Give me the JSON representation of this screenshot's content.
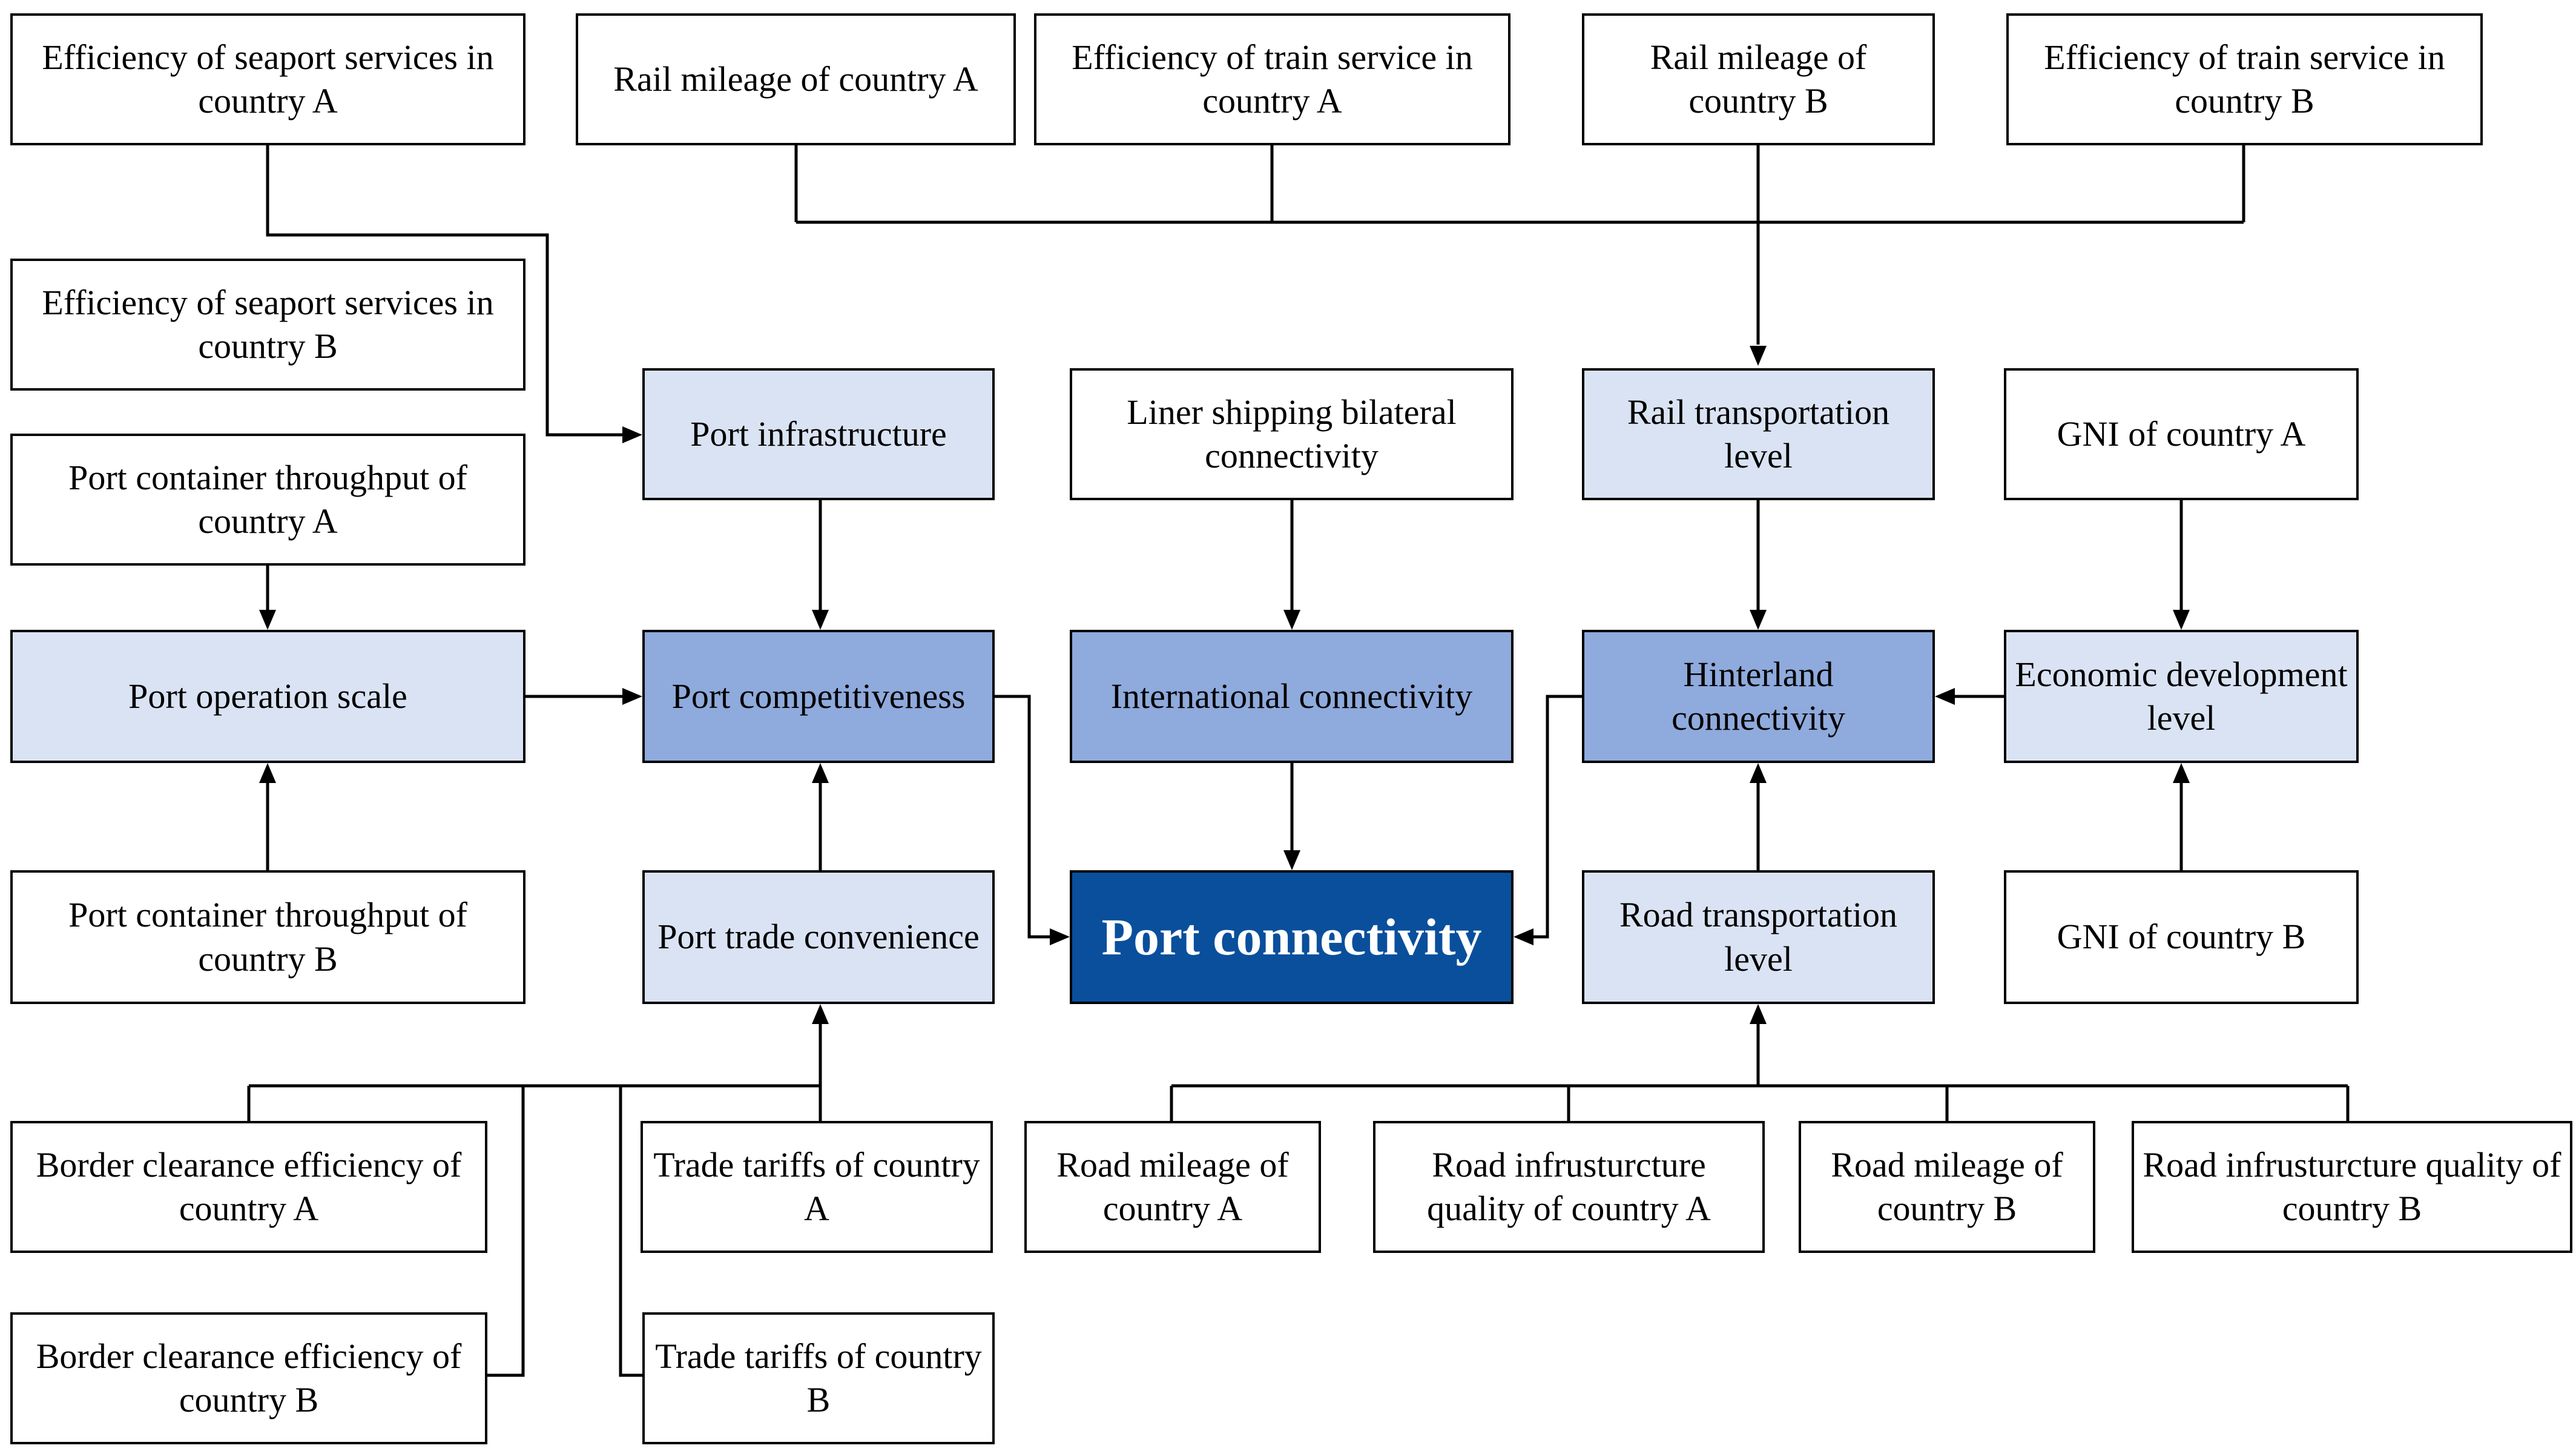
{
  "colors": {
    "input_box": "#ffffff",
    "intermediate_box": "#dae3f3",
    "dimension_box": "#8faadc",
    "core_box": "#0a4f9c",
    "core_text": "#ffffff",
    "line": "#000000"
  },
  "nodes": {
    "seaport_a": "Efficiency of seaport services in country A",
    "seaport_b": "Efficiency of seaport services in country B",
    "throughput_a": "Port container throughput of country A",
    "throughput_b": "Port container throughput of country B",
    "port_operation_scale": "Port operation scale",
    "port_infrastructure": "Port infrastructure",
    "port_competitiveness": "Port competitiveness",
    "port_trade_convenience": "Port trade convenience",
    "border_a": "Border clearance efficiency of country A",
    "border_b": "Border clearance efficiency of country B",
    "tariff_a": "Trade tariffs of country A",
    "tariff_b": "Trade tariffs of country B",
    "rail_mileage_a": "Rail mileage of country A",
    "train_eff_a": "Efficiency of train service in country A",
    "rail_mileage_b": "Rail mileage of country B",
    "train_eff_b": "Efficiency of train service in country B",
    "liner_shipping": "Liner shipping bilateral connectivity",
    "international_connectivity": "International connectivity",
    "port_connectivity": "Port connectivity",
    "rail_transport_level": "Rail transportation level",
    "hinterland_connectivity": "Hinterland connectivity",
    "road_transport_level": "Road transportation level",
    "gni_a": "GNI of country A",
    "gni_b": "GNI of country B",
    "economic_development": "Economic development level",
    "road_mileage_a": "Road mileage of country A",
    "road_infra_a": "Road infrusturcture quality of country A",
    "road_mileage_b": "Road mileage of country B",
    "road_infra_b": "Road infrusturcture quality of country B"
  }
}
